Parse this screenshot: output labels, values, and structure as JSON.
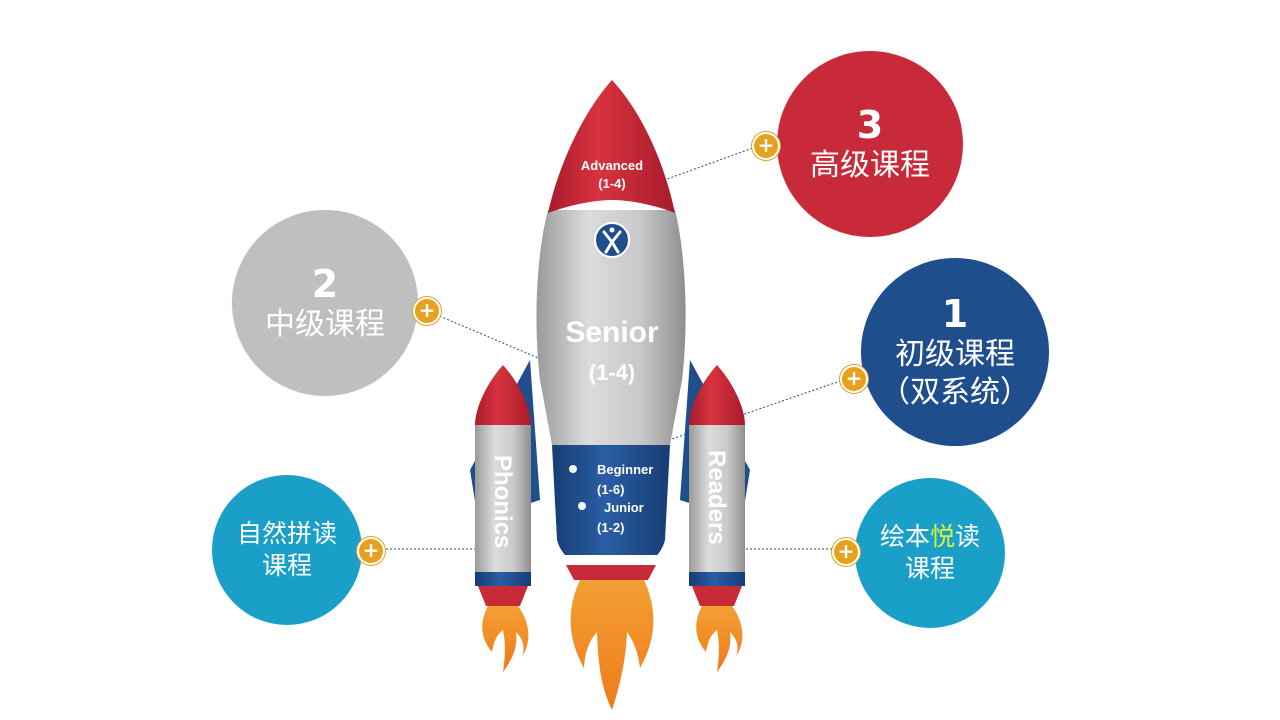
{
  "colors": {
    "red": "#c92a3a",
    "gray": "#bfbfbf",
    "navy": "#1f4e8c",
    "teal": "#1aa0c8",
    "orange": "#f0a030",
    "plus": "#e7a11f",
    "highlight": "#d6f23a"
  },
  "rocket": {
    "nose_label": "Advanced",
    "nose_range": "(1-4)",
    "body_label": "Senior",
    "body_range": "(1-4)",
    "lower_items": [
      {
        "label": "Beginner",
        "range": "(1-6)"
      },
      {
        "label": "Junior",
        "range": "(1-2)"
      }
    ],
    "left_booster": "Phonics",
    "right_booster": "Readers",
    "logo_icon": "person-jumping-icon"
  },
  "courses": {
    "advanced": {
      "number": "3",
      "label": "高级课程"
    },
    "intermediate": {
      "number": "2",
      "label": "中级课程"
    },
    "beginner": {
      "number": "1",
      "label": "初级课程",
      "sub": "（双系统）"
    },
    "phonics": {
      "line1": "自然拼读",
      "line2": "课程"
    },
    "readers": {
      "line1_pre": "绘本",
      "line1_highlight": "悦",
      "line1_post": "读",
      "line2": "课程"
    }
  },
  "plus_icon": "plus-icon"
}
